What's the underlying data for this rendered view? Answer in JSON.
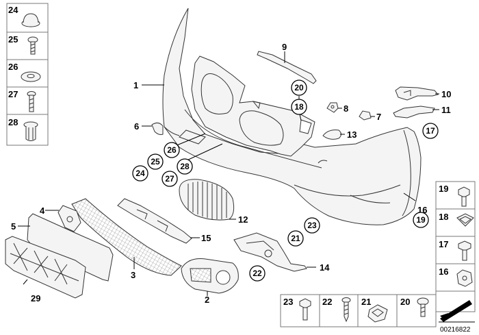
{
  "diagram": {
    "reference_number": "00216822",
    "callouts": {
      "c1": "1",
      "c2": "2",
      "c3": "3",
      "c4": "4",
      "c5": "5",
      "c6": "6",
      "c7": "7",
      "c8": "8",
      "c9": "9",
      "c10": "10",
      "c11": "11",
      "c12": "12",
      "c13": "13",
      "c14": "14",
      "c15": "15",
      "c16": "16",
      "c29": "29"
    },
    "circled": {
      "k17": "17",
      "k18": "18",
      "k19": "19",
      "k20": "20",
      "k21": "21",
      "k22": "22",
      "k23": "23",
      "k24": "24",
      "k25": "25",
      "k26": "26",
      "k27": "27",
      "k28": "28"
    },
    "left_panel": {
      "p24": "24",
      "p25": "25",
      "p26": "26",
      "p27": "27",
      "p28": "28"
    },
    "right_panel": {
      "r19": "19",
      "r18": "18",
      "r17": "17",
      "r16": "16"
    },
    "bottom_panel": {
      "b23": "23",
      "b22": "22",
      "b21": "21",
      "b20": "20"
    }
  }
}
